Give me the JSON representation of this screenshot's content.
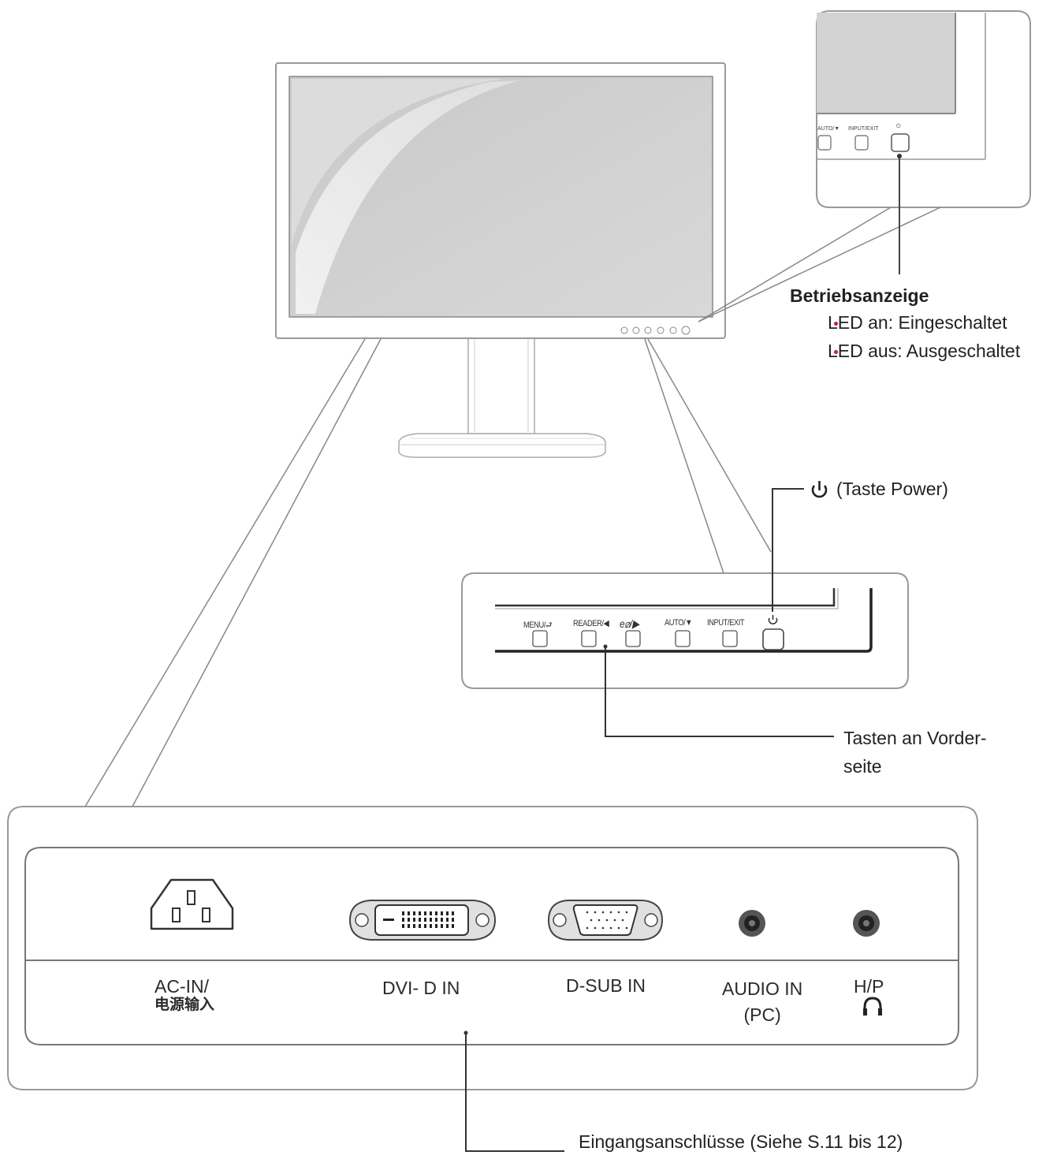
{
  "power_indicator": {
    "title": "Betriebsanzeige",
    "led_on": "LED an: Eingeschaltet",
    "led_off": "LED aus: Ausgeschaltet",
    "led_color": "#c2185b"
  },
  "power_button": {
    "symbol": "⏻",
    "label": "(Taste Power)"
  },
  "front_buttons": {
    "label_line1": "Tasten an Vorder-",
    "label_line2": "seite",
    "buttons": [
      "MENU/⮐",
      "READER/◀",
      "e⌀/▶",
      "AUTO/▼",
      "INPUT/EXIT",
      "⏻"
    ]
  },
  "inset_mini_buttons": [
    "AUTO/▼",
    "INPUT/EXIT",
    "⏻"
  ],
  "ports": {
    "ac_in": "AC-IN/",
    "ac_in_sub": "电源输入",
    "dvi": "DVI- D IN",
    "dsub": "D-SUB IN",
    "audio_line1": "AUDIO IN",
    "audio_line2": "(PC)",
    "hp": "H/P",
    "hp_icon": "headphone-icon"
  },
  "input_connectors_label": "Eingangsanschlüsse (Siehe S.11 bis 12)",
  "colors": {
    "line": "#555555",
    "frame": "#9a9a9a",
    "screen": "#d4d4d4"
  }
}
